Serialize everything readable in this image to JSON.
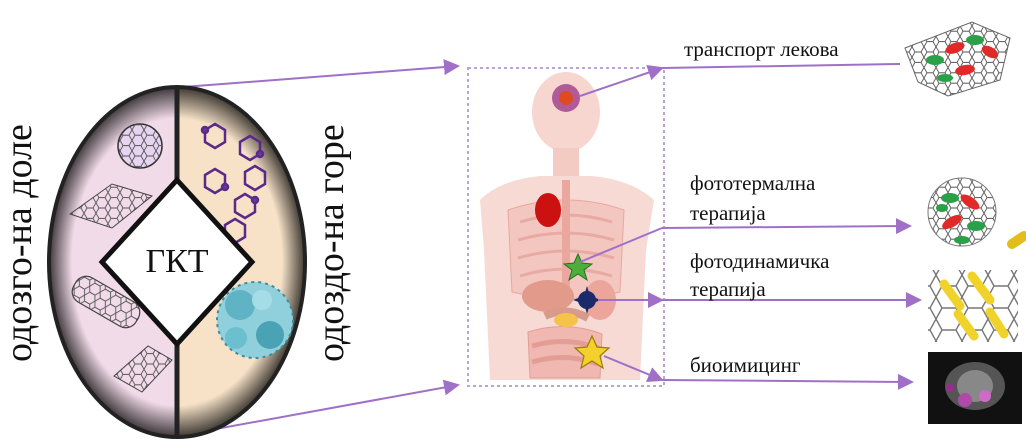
{
  "left_labels": {
    "top_down": "одозго-на доле",
    "bottom_up": "одоздо-на горе"
  },
  "center_label": "ГКТ",
  "applications": {
    "drug_transport": "транспорт лекова",
    "photothermal_line1": "фототермална",
    "photothermal_line2": "терапија",
    "photodynamic_line1": "фотодинамичка",
    "photodynamic_line2": "терапија",
    "bioimaging": "биоимицинг"
  },
  "colors": {
    "connector": "#a070c8",
    "left_half": "#f2dbe8",
    "right_half": "#f7e2c8",
    "body": "#f0b8b0",
    "frame": "#222222"
  }
}
